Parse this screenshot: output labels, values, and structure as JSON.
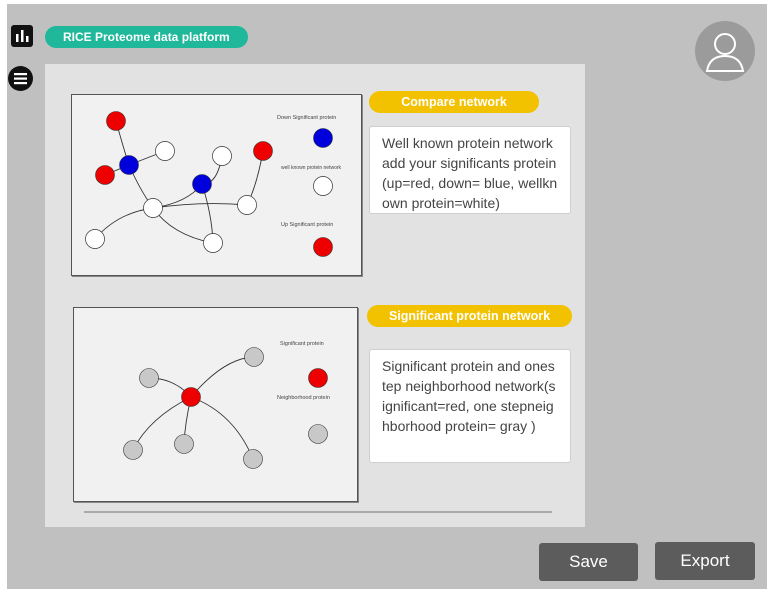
{
  "app": {
    "title": "RICE Proteome data platform"
  },
  "header": {
    "app_icon": "bar-chart-icon",
    "menu_icon": "hamburger-menu-icon",
    "avatar_icon": "user-avatar-icon"
  },
  "compare_network": {
    "label": "Compare network",
    "description": "Well known protein network add your significants protein(up=red, down= blue, wellknown protein=white)",
    "legend": {
      "down": "Down Significant protein",
      "wellknown": "well known protein network",
      "up": "Up Significant protein"
    },
    "colors": {
      "up": "#ee0000",
      "down": "#0000dd",
      "wellknown": "#ffffff"
    }
  },
  "significant_network": {
    "label": "Significant protein network",
    "description": "Significant protein and onestep neighborhood network(significant=red, one stepneighborhood protein= gray )",
    "legend": {
      "significant": "Significant protein",
      "neighborhood": "Neighborhood protein"
    },
    "colors": {
      "significant": "#ee0000",
      "neighborhood": "#c8c8c8"
    }
  },
  "actions": {
    "save": "Save",
    "export": "Export"
  },
  "colors": {
    "accent_title": "#1fb89a",
    "accent_pill": "#f2c100",
    "button": "#5c5c5c"
  }
}
